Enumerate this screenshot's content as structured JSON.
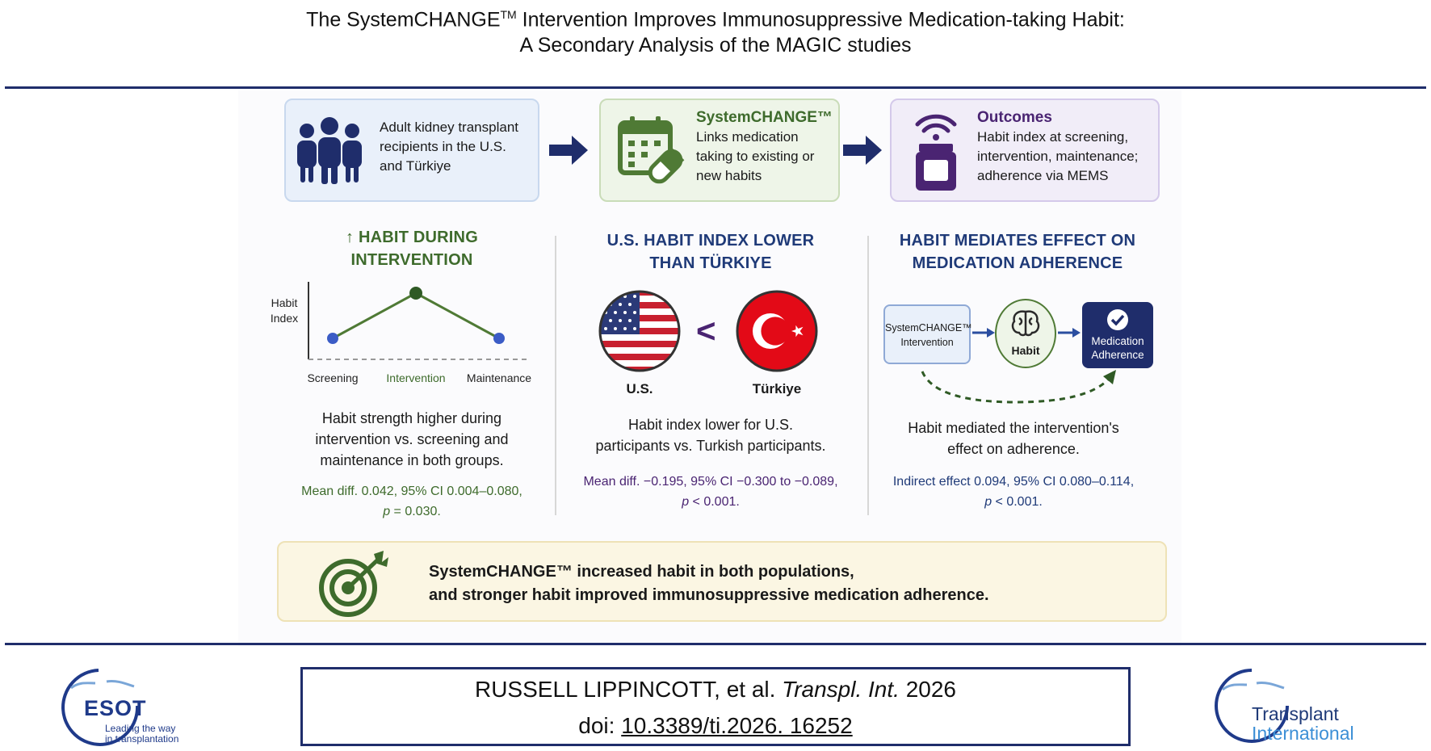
{
  "title": {
    "line1_pre": "The SystemCHANGE",
    "line1_sup": "TM",
    "line1_post": " Intervention Improves Immunosuppressive Medication-taking Habit:",
    "line2": "A Secondary Analysis of the MAGIC studies"
  },
  "cards": {
    "population": {
      "icon": "people-icon",
      "lines": [
        "Adult kidney transplant",
        "recipients in the U.S.",
        "and Türkiye"
      ]
    },
    "intervention": {
      "icon": "calendar-pill-icon",
      "title": "SystemCHANGE™",
      "lines": [
        "Links medication",
        "taking to existing or",
        "new habits"
      ]
    },
    "outcomes": {
      "icon": "pill-bottle-signal-icon",
      "title": "Outcomes",
      "lines": [
        "Habit index at screening,",
        "intervention, maintenance;",
        "adherence via MEMS"
      ]
    }
  },
  "sections": {
    "habit": {
      "heading_line1": "↑ HABIT DURING",
      "heading_line2": "INTERVENTION",
      "body": [
        "Habit strength higher during",
        "intervention vs. screening and",
        "maintenance in both groups."
      ],
      "stat_line1": "Mean diff. 0.042, 95% CI 0.004–0.080,",
      "stat_p": "p",
      "stat_line2_rest": " = 0.030."
    },
    "country": {
      "heading_line1": "U.S. HABIT INDEX LOWER",
      "heading_line2": "THAN TÜRKIYE",
      "flag_us_label": "U.S.",
      "flag_tr_label": "Türkiye",
      "comparator": "<",
      "body": [
        "Habit index lower for U.S.",
        "participants vs. Turkish participants."
      ],
      "stat_line1": "Mean diff. −0.195, 95% CI −0.300 to −0.089,",
      "stat_p": "p",
      "stat_line2_rest": " < 0.001."
    },
    "mediation": {
      "heading_line1": "HABIT MEDIATES EFFECT ON",
      "heading_line2": "MEDICATION ADHERENCE",
      "node1_line1": "SystemCHANGE™",
      "node1_line2": "Intervention",
      "node2": "Habit",
      "node3_line1": "Medication",
      "node3_line2": "Adherence",
      "body": [
        "Habit mediated the intervention's",
        "effect on adherence."
      ],
      "stat_line1": "Indirect effect 0.094, 95% CI 0.080–0.114,",
      "stat_p": "p",
      "stat_line2_rest": " < 0.001."
    }
  },
  "chart_data": {
    "type": "line",
    "categories": [
      "Screening",
      "Intervention",
      "Maintenance"
    ],
    "series": [
      {
        "values": [
          1,
          2,
          1
        ]
      }
    ],
    "ylabel_line1": "Habit",
    "ylabel_line2": "Index",
    "note": "values are relative (unlabeled axis); middle point highest",
    "colors": {
      "line": "#4f7a35",
      "end_points": "#3b5cc6",
      "peak_point": "#2f5a25",
      "highlight_label": "#3e6b2c"
    }
  },
  "conclusion": {
    "icon": "target-arrow-icon",
    "line1_bold": "SystemCHANGE™",
    "line1_rest": " increased habit in both populations,",
    "line2": "and stronger habit improved immunosuppressive medication adherence."
  },
  "citation": {
    "authors": "RUSSELL LIPPINCOTT, et al. ",
    "journal": "Transpl. Int.",
    "year": " 2026",
    "doi_label": "doi: ",
    "doi": "10.3389/ti.2026. 16252"
  },
  "logos": {
    "esot": {
      "name": "ESOT",
      "tagline_line1": "Leading the way",
      "tagline_line2": "in transplantation"
    },
    "ti": {
      "line1": "Transplant",
      "line2": "International"
    }
  },
  "colors": {
    "navy": "#1f2d6b",
    "green": "#3e6b2c",
    "purple": "#4a2472",
    "blue_heading": "#1f3a78"
  }
}
